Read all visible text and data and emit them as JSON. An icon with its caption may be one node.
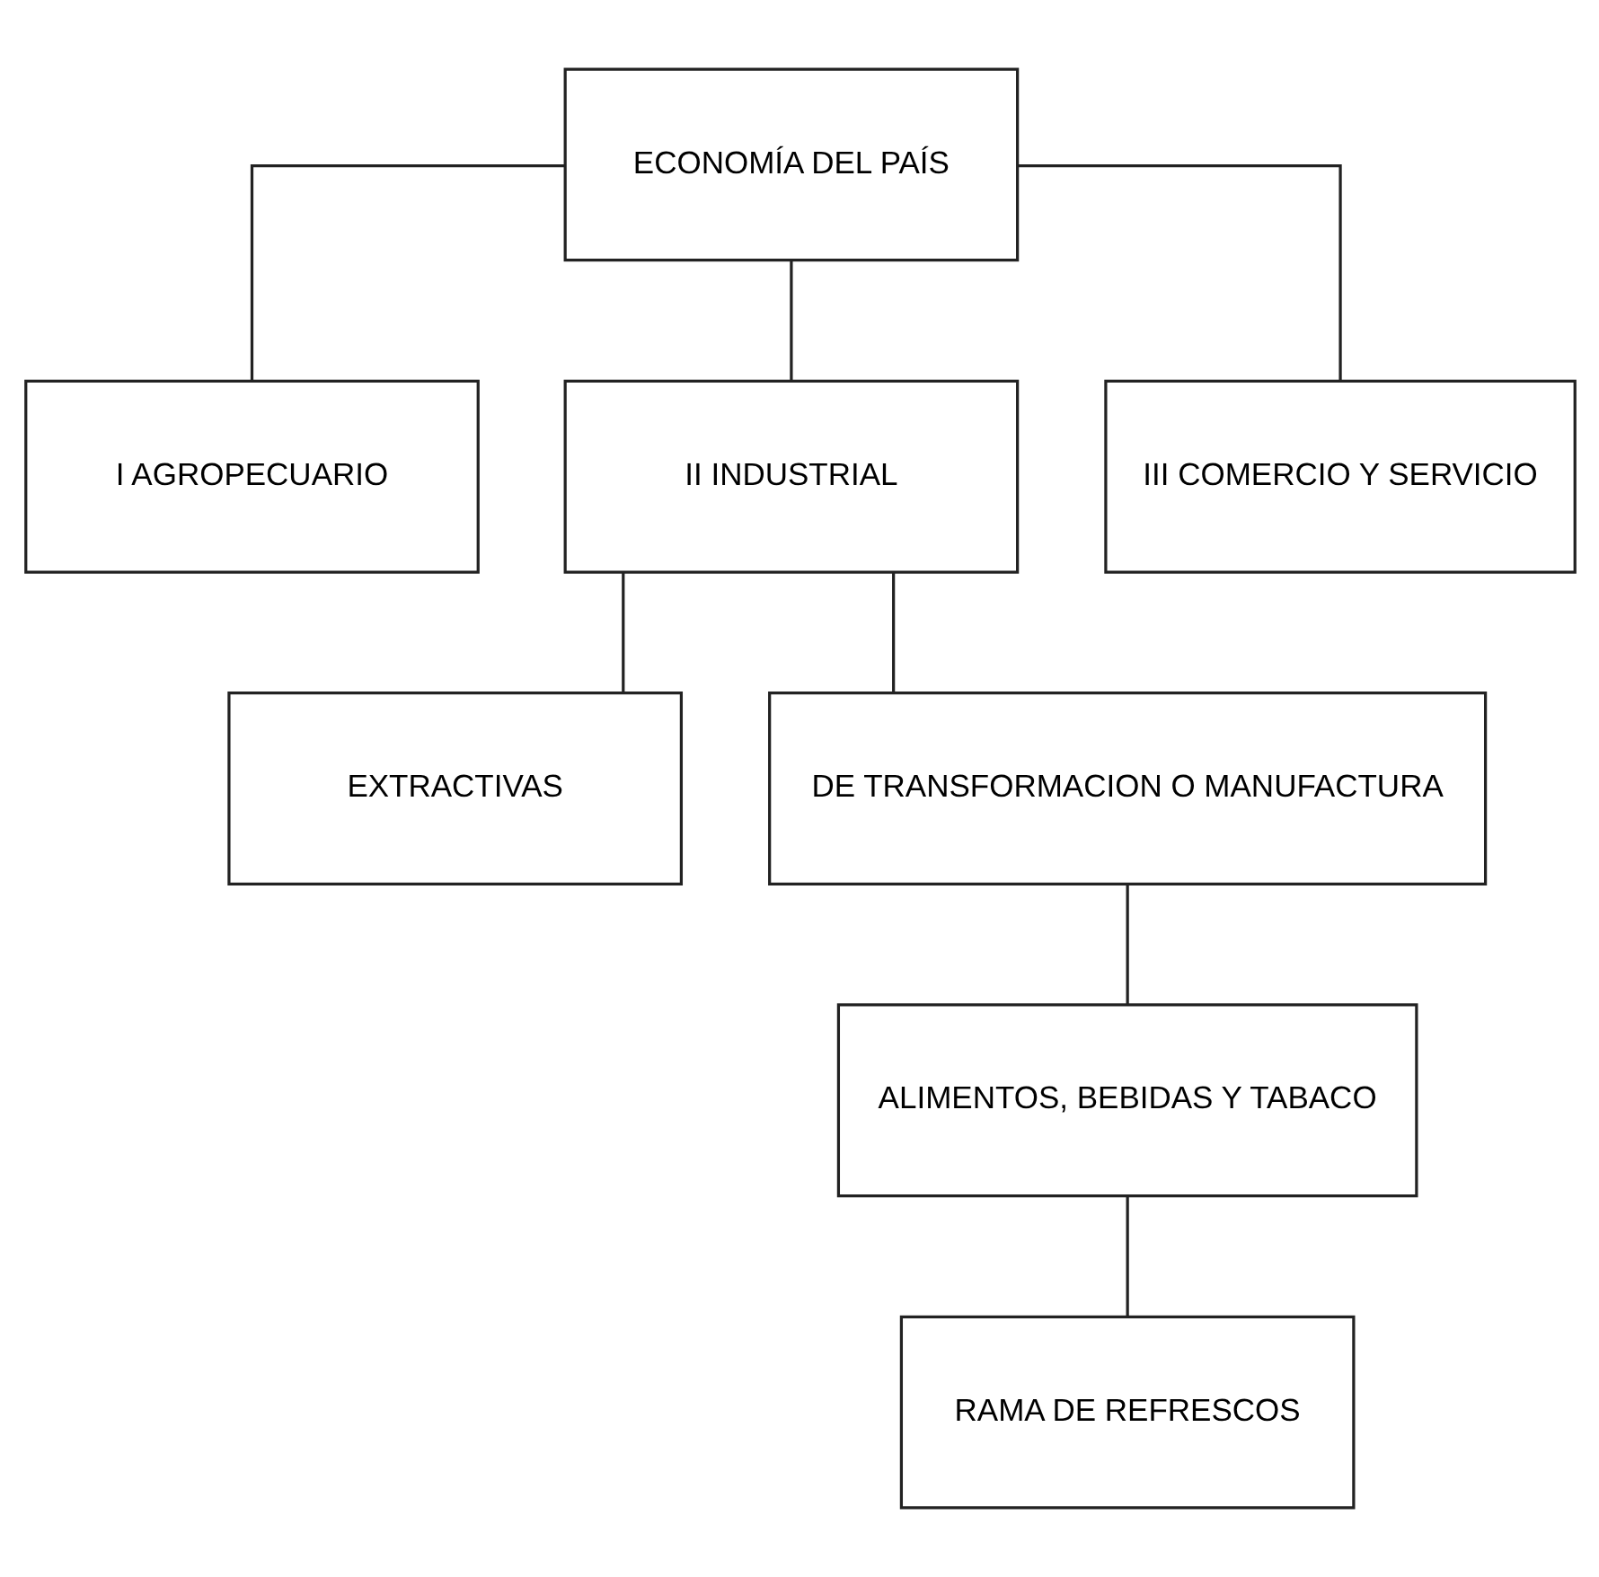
{
  "diagram": {
    "nodes": [
      {
        "text": [
          "ECONOMÍA DEL PAÍS"
        ]
      },
      {
        "text": [
          "I AGROPECUARIO"
        ]
      },
      {
        "text": [
          "II INDUSTRIAL"
        ]
      },
      {
        "text": [
          "III COMERCIO Y SERVICIO"
        ]
      },
      {
        "text": [
          "EXTRACTIVAS"
        ]
      },
      {
        "text": [
          "DE TRANSFORMACION O MANUFACTURA"
        ]
      },
      {
        "text": [
          "ALIMENTOS, BEBIDAS Y TABACO"
        ]
      },
      {
        "text": [
          "RAMA DE REFRESCOS"
        ]
      }
    ],
    "edges": [
      {
        "from": 0,
        "to": 1,
        "arrow": "none"
      },
      {
        "from": 0,
        "to": 2,
        "arrow": "none"
      },
      {
        "from": 0,
        "to": 3,
        "arrow": "none"
      },
      {
        "from": 2,
        "to": 4,
        "arrow": "none"
      },
      {
        "from": 2,
        "to": 5,
        "arrow": "none"
      },
      {
        "from": 5,
        "to": 6,
        "arrow": "none"
      },
      {
        "from": 6,
        "to": 7,
        "arrow": "none"
      }
    ]
  }
}
